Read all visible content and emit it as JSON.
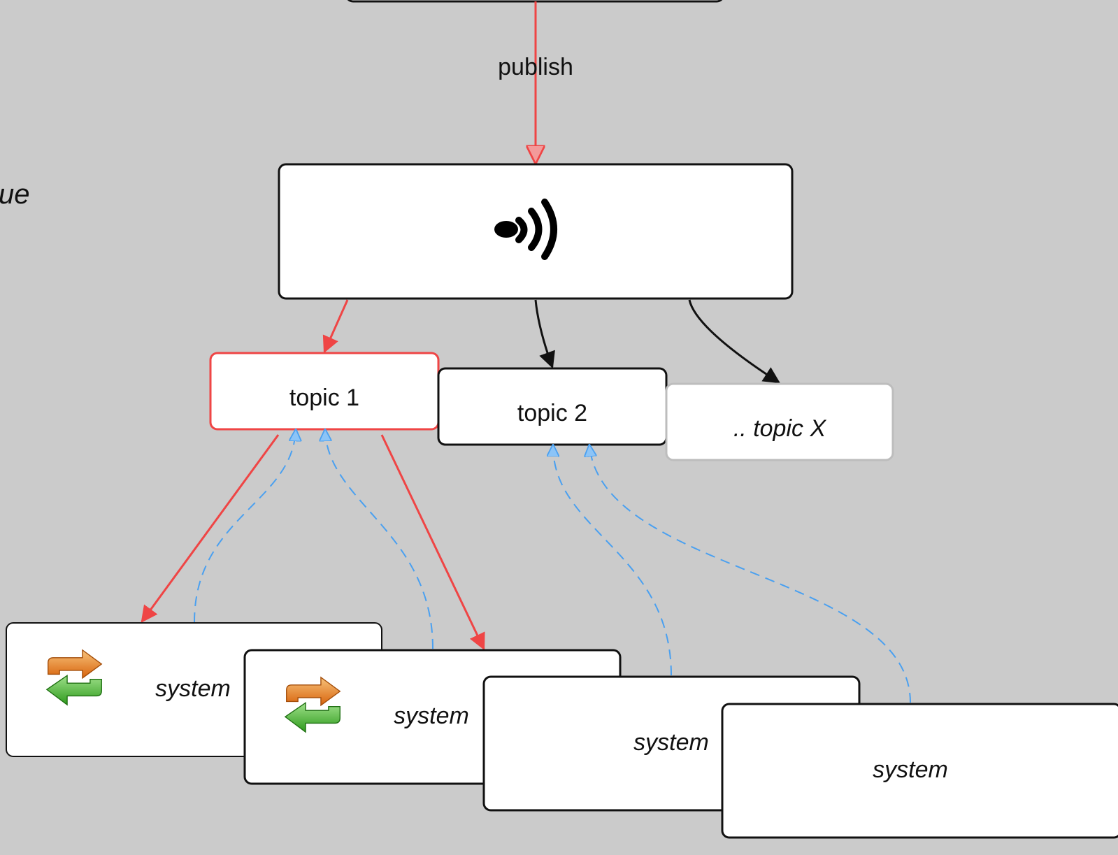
{
  "edges": {
    "publish_label": "publish"
  },
  "left_fragment": "ue",
  "broker": {
    "icon": "broadcast-icon"
  },
  "topics": [
    {
      "label": "topic 1",
      "highlight": true
    },
    {
      "label": "topic 2",
      "highlight": false
    },
    {
      "label": ".. topic X",
      "highlight": false,
      "italic": true
    }
  ],
  "systems": [
    {
      "label": "system",
      "icon": "sync-arrows-icon"
    },
    {
      "label": "system",
      "icon": "sync-arrows-icon"
    },
    {
      "label": "system"
    },
    {
      "label": "system"
    }
  ],
  "colors": {
    "background": "#cbcbcb",
    "publish_edge": "#ef4545",
    "subscribe_edge": "#4aa0f0",
    "default_edge": "#111111",
    "topic_highlight_border": "#ef4545"
  }
}
